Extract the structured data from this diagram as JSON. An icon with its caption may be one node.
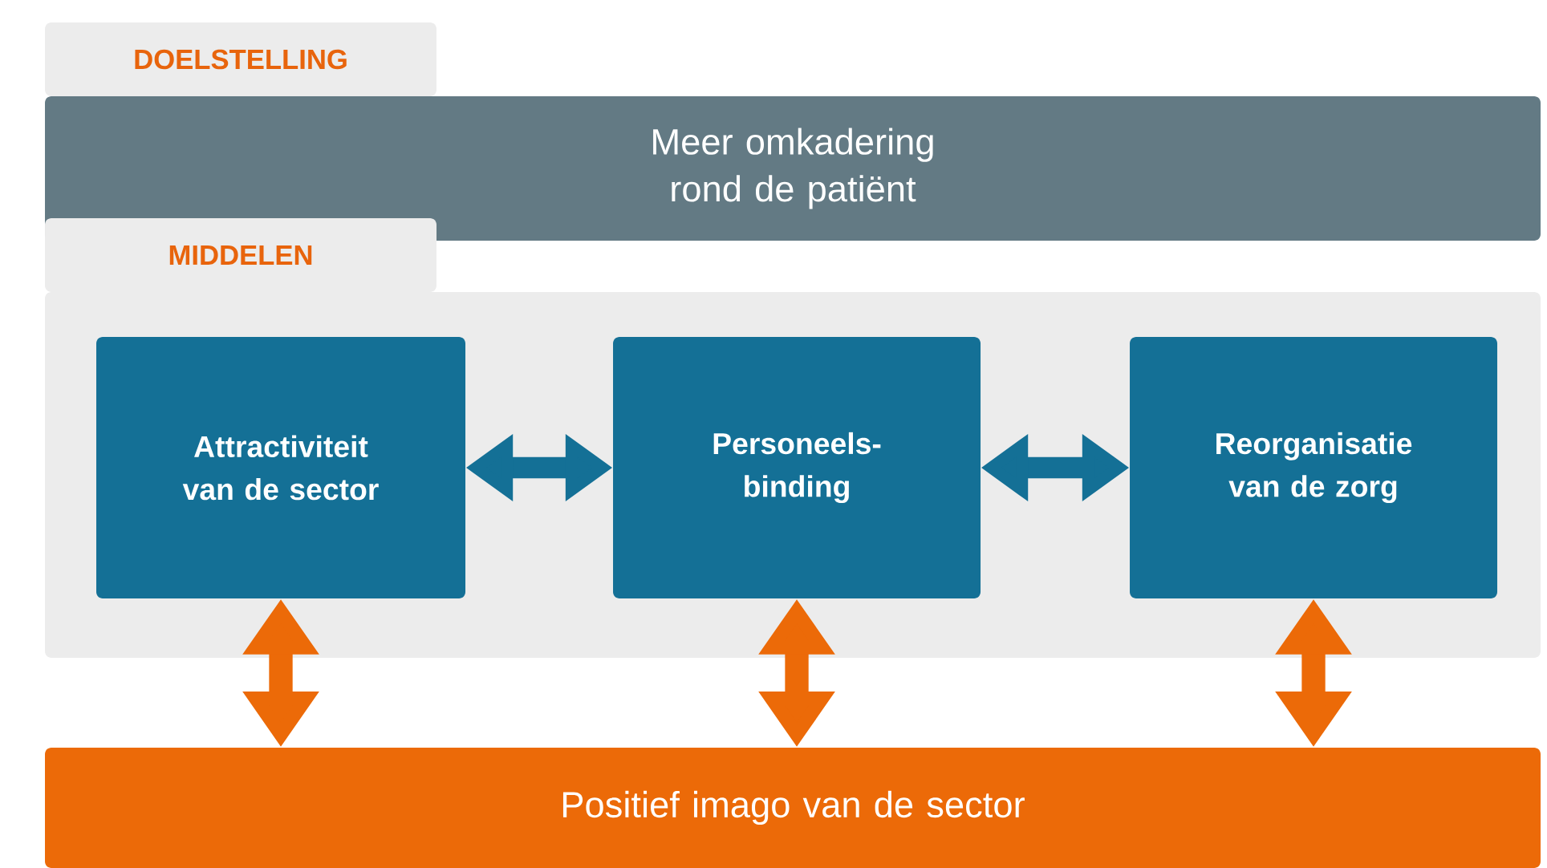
{
  "diagram": {
    "nodes": [
      {
        "text": [
          "DOELSTELLING",
          "Meer omkadering rond de patiënt"
        ]
      },
      {
        "text": [
          "MIDDELEN"
        ]
      },
      {
        "text": [
          "Attractiviteit van de sector"
        ],
        "in": 1
      },
      {
        "text": [
          "Personeels- binding"
        ],
        "in": 1
      },
      {
        "text": [
          "Reorganisatie van de zorg"
        ],
        "in": 1
      },
      {
        "text": [
          "Positief imago van de sector"
        ]
      }
    ],
    "edges": [
      {
        "from": 2,
        "to": 3,
        "arrow": "both",
        "color": "#147096"
      },
      {
        "from": 3,
        "to": 4,
        "arrow": "both",
        "color": "#147096"
      },
      {
        "from": 2,
        "to": 5,
        "arrow": "both",
        "color": "#ec6a08"
      },
      {
        "from": 3,
        "to": 5,
        "arrow": "both",
        "color": "#ec6a08"
      },
      {
        "from": 4,
        "to": 5,
        "arrow": "both",
        "color": "#ec6a08"
      }
    ]
  }
}
